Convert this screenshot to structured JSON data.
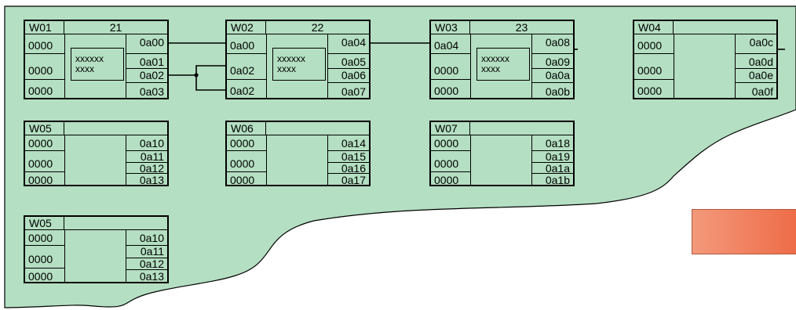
{
  "colors": {
    "board_fill": "#b4dfc2",
    "block_fill": "#b4dfc2",
    "stroke": "#000000",
    "orange_start": "#f3997b",
    "orange_end": "#ee6c48"
  },
  "blocks": [
    {
      "id": "W01",
      "num": "21",
      "left": [
        "0000",
        "0000",
        "0000"
      ],
      "right": [
        "0a00",
        "0a01",
        "0a02",
        "0a03"
      ],
      "inner": [
        "xxxxxx",
        "xxxx"
      ]
    },
    {
      "id": "W02",
      "num": "22",
      "left": [
        "0a00",
        "0a02",
        "0a02"
      ],
      "right": [
        "0a04",
        "0a05",
        "0a06",
        "0a07"
      ],
      "inner": [
        "xxxxxx",
        "xxxx"
      ]
    },
    {
      "id": "W03",
      "num": "23",
      "left": [
        "0a04",
        "0000",
        "0000"
      ],
      "right": [
        "0a08",
        "0a09",
        "0a0a",
        "0a0b"
      ],
      "inner": [
        "xxxxxx",
        "xxxx"
      ]
    },
    {
      "id": "W04",
      "num": "",
      "left": [
        "0000",
        "0000",
        "0000"
      ],
      "right": [
        "0a0c",
        "0a0d",
        "0a0e",
        "0a0f"
      ]
    },
    {
      "id": "W05",
      "num": "",
      "left": [
        "0000",
        "0000",
        "0000"
      ],
      "right": [
        "0a10",
        "0a11",
        "0a12",
        "0a13"
      ]
    },
    {
      "id": "W06",
      "num": "",
      "left": [
        "0000",
        "0000",
        "0000"
      ],
      "right": [
        "0a14",
        "0a15",
        "0a16",
        "0a17"
      ]
    },
    {
      "id": "W07",
      "num": "",
      "left": [
        "0000",
        "0000",
        "0000"
      ],
      "right": [
        "0a18",
        "0a19",
        "0a1a",
        "0a1b"
      ]
    },
    {
      "id": "W05",
      "num": "",
      "left": [
        "0000",
        "0000",
        "0000"
      ],
      "right": [
        "0a10",
        "0a11",
        "0a12",
        "0a13"
      ]
    }
  ]
}
